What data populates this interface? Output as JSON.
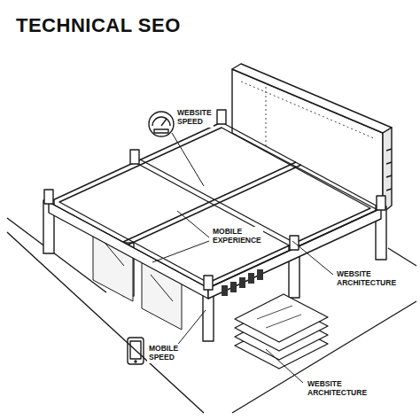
{
  "diagram": {
    "title": "TECHNICAL SEO",
    "labels": [
      "WEBSITE SPEED",
      "MOBILE EXPERIENCE",
      "WEBSITE ARCHITECTURE",
      "MOBILE SPEED",
      "WEBSITE ARCHITECTURE"
    ]
  }
}
